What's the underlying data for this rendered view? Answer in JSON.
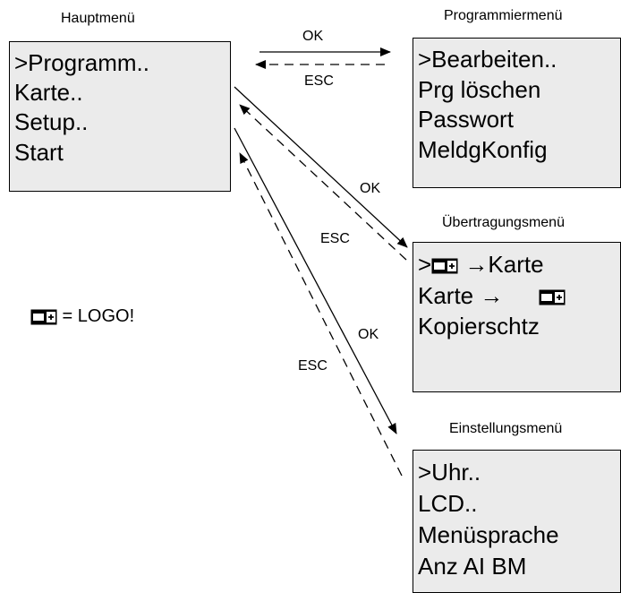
{
  "main_menu": {
    "caption": "Hauptmenü",
    "items": [
      ">Programm..",
      " Karte..",
      " Setup..",
      " Start"
    ]
  },
  "program_menu": {
    "caption": "Programmiermenü",
    "items": [
      ">Bearbeiten..",
      " Prg löschen",
      " Passwort",
      " MeldgKonfig"
    ]
  },
  "transfer_menu": {
    "caption": "Übertragungsmenü",
    "line1_prefix": ">",
    "line1_suffix": " →Karte",
    "line2_prefix": " Karte →",
    "line3": " Kopierschtz"
  },
  "settings_menu": {
    "caption": "Einstellungsmenü",
    "items": [
      ">Uhr..",
      " LCD..",
      " Menüsprache",
      " Anz AI BM"
    ]
  },
  "arrows": {
    "program_ok": "OK",
    "program_esc": "ESC",
    "transfer_ok": "OK",
    "transfer_esc": "ESC",
    "settings_ok": "OK",
    "settings_esc": "ESC"
  },
  "legend": {
    "text": " = LOGO!",
    "icon": "logo-module-icon"
  }
}
